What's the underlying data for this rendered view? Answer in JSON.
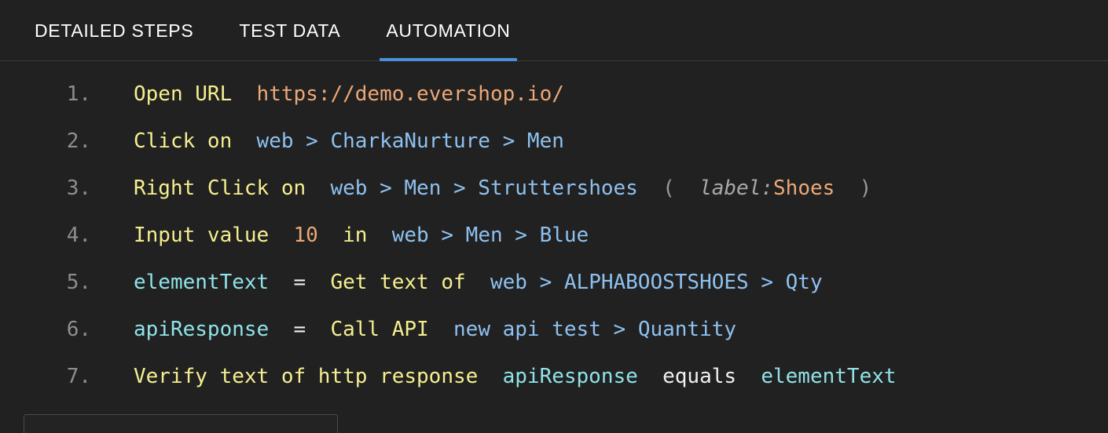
{
  "tabs": [
    {
      "label": "DETAILED STEPS",
      "active": false
    },
    {
      "label": "TEST DATA",
      "active": false
    },
    {
      "label": "AUTOMATION",
      "active": true
    }
  ],
  "colors": {
    "background": "#212121",
    "tab_active_underline": "#4a90d9",
    "keyword": "#f5ef8f",
    "string": "#eca877",
    "locator": "#8ec1ef",
    "variable": "#8fe3e8",
    "plain": "#f0f0f0",
    "line_number": "#8e8e8e",
    "attribute": "#a9a9a9"
  },
  "steps": [
    {
      "number": "1.",
      "tokens": [
        {
          "text": "Open URL",
          "kind": "kw"
        },
        {
          "text": "  ",
          "kind": "plain"
        },
        {
          "text": "https://demo.evershop.io/",
          "kind": "str"
        }
      ]
    },
    {
      "number": "2.",
      "tokens": [
        {
          "text": "Click on",
          "kind": "kw"
        },
        {
          "text": "  ",
          "kind": "plain"
        },
        {
          "text": "web > CharkaNurture > Men",
          "kind": "loc"
        }
      ]
    },
    {
      "number": "3.",
      "tokens": [
        {
          "text": "Right Click on",
          "kind": "kw"
        },
        {
          "text": "  ",
          "kind": "plain"
        },
        {
          "text": "web > Men > Struttershoes",
          "kind": "loc"
        },
        {
          "text": "  ",
          "kind": "plain"
        },
        {
          "text": "(",
          "kind": "dim"
        },
        {
          "text": "  ",
          "kind": "plain"
        },
        {
          "text": "label:",
          "kind": "attr"
        },
        {
          "text": "Shoes",
          "kind": "str"
        },
        {
          "text": "  ",
          "kind": "plain"
        },
        {
          "text": ")",
          "kind": "dim"
        }
      ]
    },
    {
      "number": "4.",
      "tokens": [
        {
          "text": "Input value",
          "kind": "kw"
        },
        {
          "text": "  ",
          "kind": "plain"
        },
        {
          "text": "10",
          "kind": "str"
        },
        {
          "text": "  ",
          "kind": "plain"
        },
        {
          "text": "in",
          "kind": "kw"
        },
        {
          "text": "  ",
          "kind": "plain"
        },
        {
          "text": "web > Men > Blue",
          "kind": "loc"
        }
      ]
    },
    {
      "number": "5.",
      "tokens": [
        {
          "text": "elementText",
          "kind": "var"
        },
        {
          "text": "  ",
          "kind": "plain"
        },
        {
          "text": "=",
          "kind": "plain"
        },
        {
          "text": "  ",
          "kind": "plain"
        },
        {
          "text": "Get text of",
          "kind": "kw"
        },
        {
          "text": "  ",
          "kind": "plain"
        },
        {
          "text": "web > ALPHABOOSTSHOES > Qty",
          "kind": "loc"
        }
      ]
    },
    {
      "number": "6.",
      "tokens": [
        {
          "text": "apiResponse",
          "kind": "var"
        },
        {
          "text": "  ",
          "kind": "plain"
        },
        {
          "text": "=",
          "kind": "plain"
        },
        {
          "text": "  ",
          "kind": "plain"
        },
        {
          "text": "Call API",
          "kind": "kw"
        },
        {
          "text": "  ",
          "kind": "plain"
        },
        {
          "text": "new api test > Quantity",
          "kind": "loc"
        }
      ]
    },
    {
      "number": "7.",
      "tokens": [
        {
          "text": "Verify text of http response",
          "kind": "kw"
        },
        {
          "text": "  ",
          "kind": "plain"
        },
        {
          "text": "apiResponse",
          "kind": "var"
        },
        {
          "text": "  ",
          "kind": "plain"
        },
        {
          "text": "equals",
          "kind": "plain"
        },
        {
          "text": "  ",
          "kind": "plain"
        },
        {
          "text": "elementText",
          "kind": "var"
        }
      ]
    }
  ]
}
